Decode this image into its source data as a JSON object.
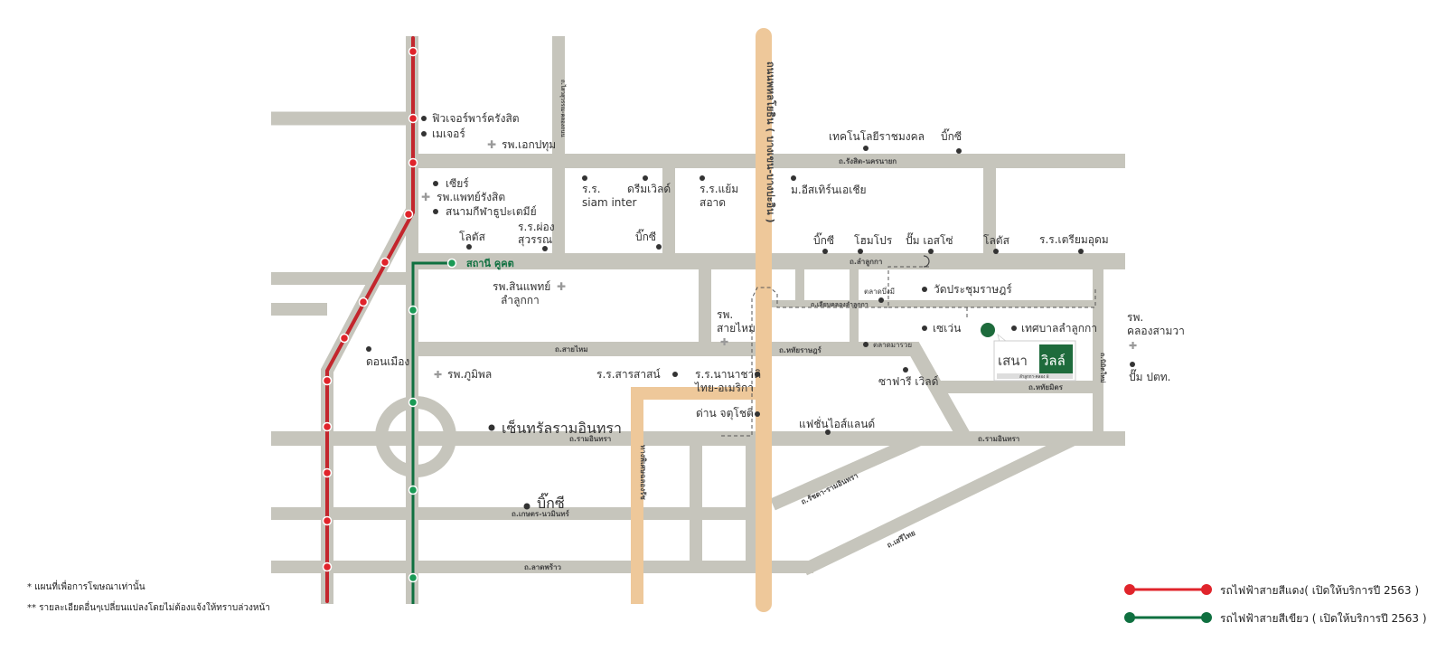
{
  "map": {
    "roads": {
      "rangsit_nakhonnayok": "ถ.รังสิต-นครนายก",
      "lamlukka": "ถ.ลำลูกกา",
      "liap_khlong_lamlukka": "ถ.เลียบคลองลำลูกกา",
      "saimai": "ถ.สายไหม",
      "hathairat": "ถ.หทัยราษฎร์",
      "hathaimit": "ถ.หทัยมิตร",
      "ramintra_left": "ถ.รามอินทรา",
      "ramintra_right": "ถ.รามอินทรา",
      "kaset_nawamin": "ถ.เกษตร-นวมินทร์",
      "ladprao": "ถ.ลาดพร้าว",
      "ratchada_ramintra": "ถ.รัชดา-รามอินทรา",
      "serithai": "ถ.เสรีไทย",
      "phahonyothin": "ถนนพหลโยธิน ( บางเขน-บางปะอิน )",
      "chalong_rat": "ทางพิเศษฉลองรัช",
      "left_vertical": "ถ.ไสวสุวรรณ-คลองถนน",
      "right_vertical": "ถ.นิมิตใหม่"
    },
    "station_khukhot": "สถานี คูคต",
    "pois": {
      "future_park": "ฟิวเจอร์พาร์ครังสิต",
      "major": "เมเจอร์",
      "ekpatum": "รพ.เอกปทุม",
      "zeer": "เซียร์",
      "phaet_rangsit": "รพ.แพทย์รังสิต",
      "thupatemi": "สนามกีฬาธูปะเตมีย์",
      "lotus1": "โลตัส",
      "phongsuwan_1": "ร.ร.ผ่อง",
      "phongsuwan_2": "สุวรรณ",
      "siam_inter_1": "ร.ร.",
      "siam_inter_2": "siam inter",
      "dreamworld": "ดรีมเวิลด์",
      "bigc1": "บิ๊กซี",
      "yamsaad_1": "ร.ร.แย้ม",
      "yamsaad_2": "สอาด",
      "eastern_asia": "ม.อีสเทิร์นเอเชีย",
      "rmutt": "เทคโนโลยีราชมงคล",
      "bigc2": "บิ๊กซี",
      "bigc3": "บิ๊กซี",
      "homepro": "โฮมโปร",
      "esso": "ปั๊ม เอสโซ่",
      "lotus2": "โลตัส",
      "triamudom": "ร.ร.เตรียมอุดม",
      "sinphaet_1": "รพ.สินแพทย์",
      "sinphaet_2": "ลำลูกกา",
      "saimai_hosp_1": "รพ.",
      "saimai_hosp_2": "สายไหม",
      "talad_nongmi": "ตลาดบึ่งมี",
      "wat_prachum": "วัดประชุมราษฎร์",
      "seven": "เซเว่น",
      "tessaban": "เทศบาลลำลูกกา",
      "klong_samwa_1": "รพ.",
      "klong_samwa_2": "คลองสามวา",
      "ptt": "ปั๊ม ปตท.",
      "talad_maruay": "ตลาดมารวย",
      "don_mueang": "ดอนเมือง",
      "bhumibol": "รพ.ภูมิพล",
      "sarasas": "ร.ร.สารสาสน์",
      "nanachat_1": "ร.ร.นานาชาติ",
      "nanachat_2": "ไทย-อเมริกา",
      "jatuchot": "ด่าน จตุโชติ",
      "safari": "ซาฟารี เวิลด์",
      "fashion": "แฟชั่นไอส์แลนด์",
      "central": "เซ็นทรัลรามอินทรา",
      "bigc4": "บิ๊กซี"
    },
    "project": {
      "name_left": "เสนา",
      "name_right": "วิลล์",
      "subtitle": "ลำลูกกา-คลอง 8",
      "color": "#1e6b3c"
    }
  },
  "notes": [
    "* แผนที่เพื่อการโฆษณาเท่านั้น",
    "** รายละเอียดอื่นๆเปลี่ยนแปลงโดยไม่ต้องแจ้งให้ทราบล่วงหน้า"
  ],
  "legend": [
    {
      "label": "รถไฟฟ้าสายสีแดง( เปิดให้บริการปี 2563 )",
      "color": "#e0242b"
    },
    {
      "label": "รถไฟฟ้าสายสีเขียว ( เปิดให้บริการปี 2563 )",
      "color": "#0f7040"
    }
  ]
}
